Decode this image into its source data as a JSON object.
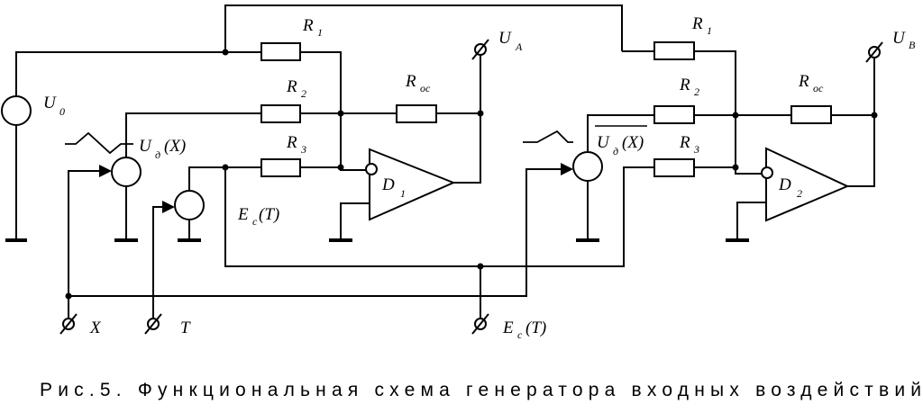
{
  "diagram": {
    "labels": {
      "r1": "R",
      "r1_sub": "1",
      "r2": "R",
      "r2_sub": "2",
      "r3": "R",
      "r3_sub": "3",
      "roc": "R",
      "roc_sub": "ос",
      "u0": "U",
      "u0_sub": "0",
      "ua": "U",
      "ua_sub": "A",
      "ub": "U",
      "ub_sub": "B",
      "ud_left": "U",
      "ud_left_sub": "д",
      "ud_left_arg": "(X)",
      "ud_right": "U",
      "ud_right_sub": "д",
      "ud_right_arg": "(X)",
      "ec": "E",
      "ec_sub": "c",
      "ec_arg": "(T)",
      "ec_bottom": "E",
      "ec_bottom_sub": "c",
      "ec_bottom_arg": "(T)",
      "d1": "D",
      "d1_sub": "1",
      "d2": "D",
      "d2_sub": "2",
      "x": "X",
      "t": "T"
    }
  },
  "caption": "Рис.5.  Функциональная схема генератора входных воздействий"
}
